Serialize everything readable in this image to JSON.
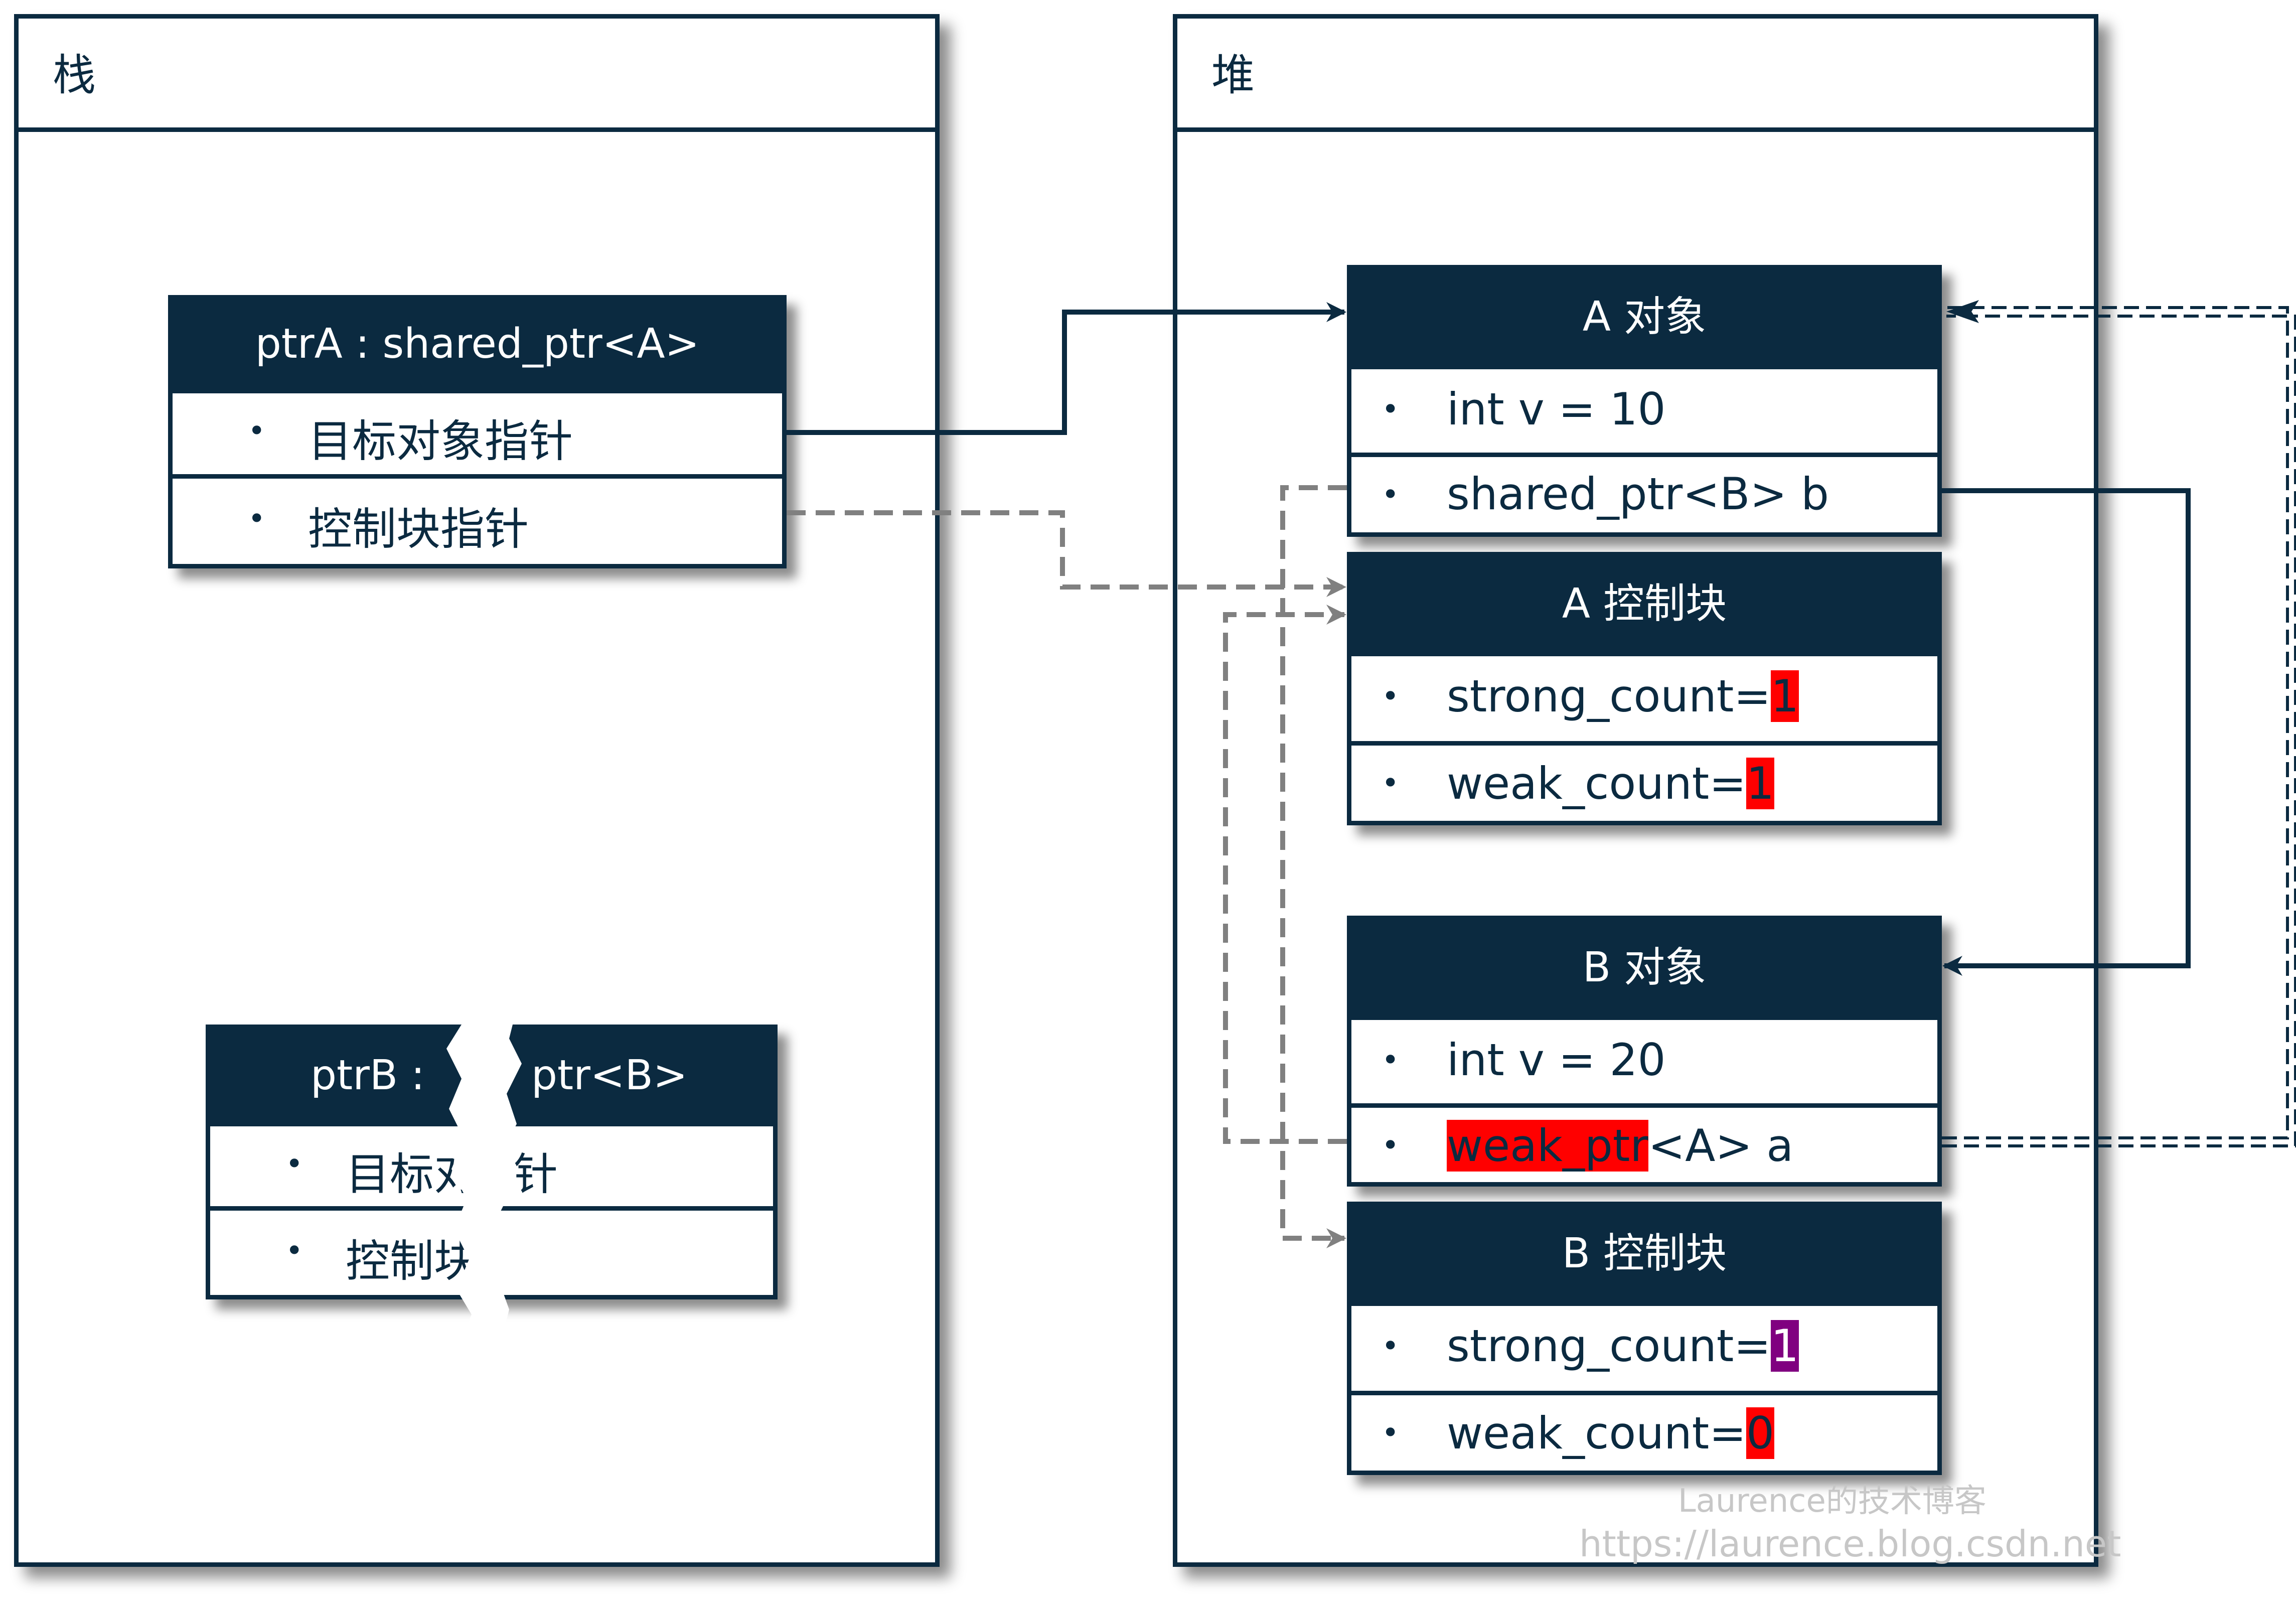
{
  "stack": {
    "title": "栈",
    "ptrA": {
      "header": "ptrA : shared_ptr<A>",
      "rows": [
        "目标对象指针",
        "控制块指针"
      ]
    },
    "ptrB": {
      "header_left": "ptrB : ",
      "header_right": "ptr<B>",
      "row1_left": "目标对",
      "row1_right": "针",
      "row2_left": "控制块"
    }
  },
  "heap": {
    "title": "堆",
    "a_object": {
      "header": "A 对象",
      "row1": "int v = 10",
      "row2": "shared_ptr<B> b"
    },
    "a_control": {
      "header": "A 控制块",
      "strong_label": "strong_count=",
      "strong_value": "1",
      "weak_label": "weak_count=",
      "weak_value": "1"
    },
    "b_object": {
      "header": "B 对象",
      "row1": "int v = 20",
      "row2_highlight": "weak_ptr",
      "row2_rest": "<A> a"
    },
    "b_control": {
      "header": "B 控制块",
      "strong_label": "strong_count=",
      "strong_value": "1",
      "weak_label": "weak_count=",
      "weak_value": "0"
    }
  },
  "bullet": "•",
  "watermark": {
    "line1": "Laurence的技术博客",
    "line2": "https://laurence.blog.csdn.net"
  },
  "colors": {
    "navy": "#0b2a40",
    "highlight_red": "#ff0000",
    "highlight_purple": "#800080",
    "dashed_gray": "#808080"
  }
}
